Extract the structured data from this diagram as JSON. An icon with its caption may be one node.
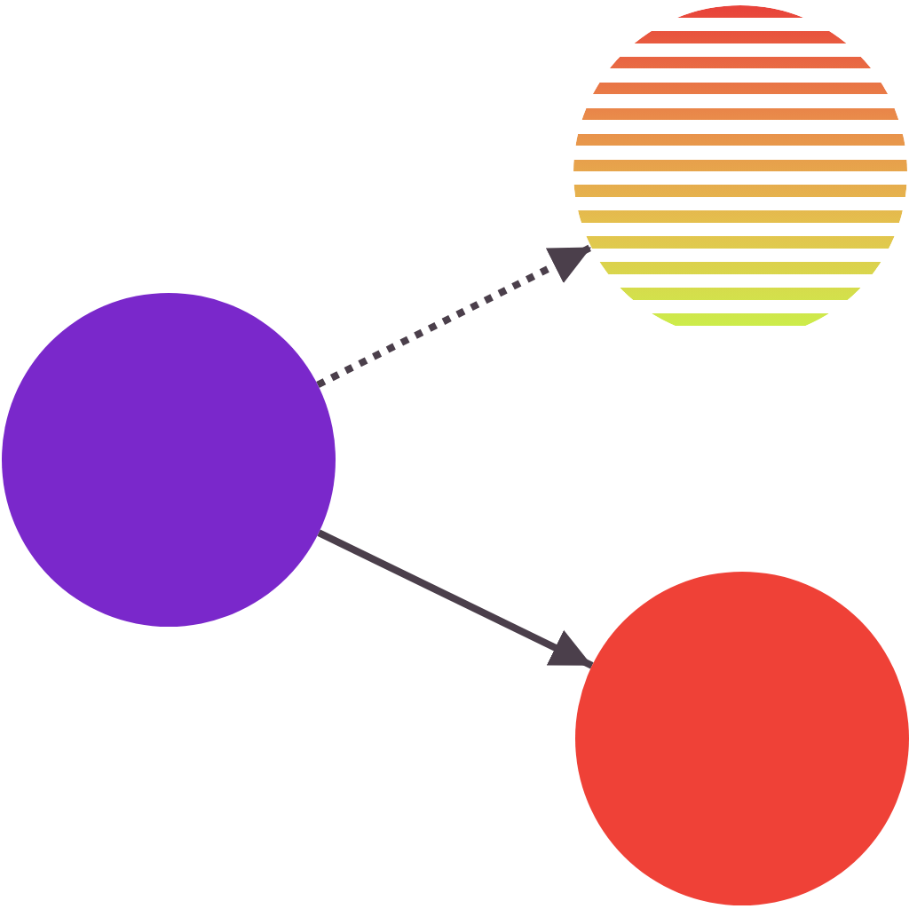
{
  "diagram": {
    "nodes": [
      {
        "text": [],
        "shape": "circle"
      },
      {
        "text": [],
        "shape": "circle"
      },
      {
        "text": [],
        "shape": "circle"
      }
    ],
    "edges": [
      {
        "from": 0,
        "to": 1,
        "arrow": "to",
        "style": "dashed"
      },
      {
        "from": 0,
        "to": 2,
        "arrow": "to"
      }
    ]
  }
}
